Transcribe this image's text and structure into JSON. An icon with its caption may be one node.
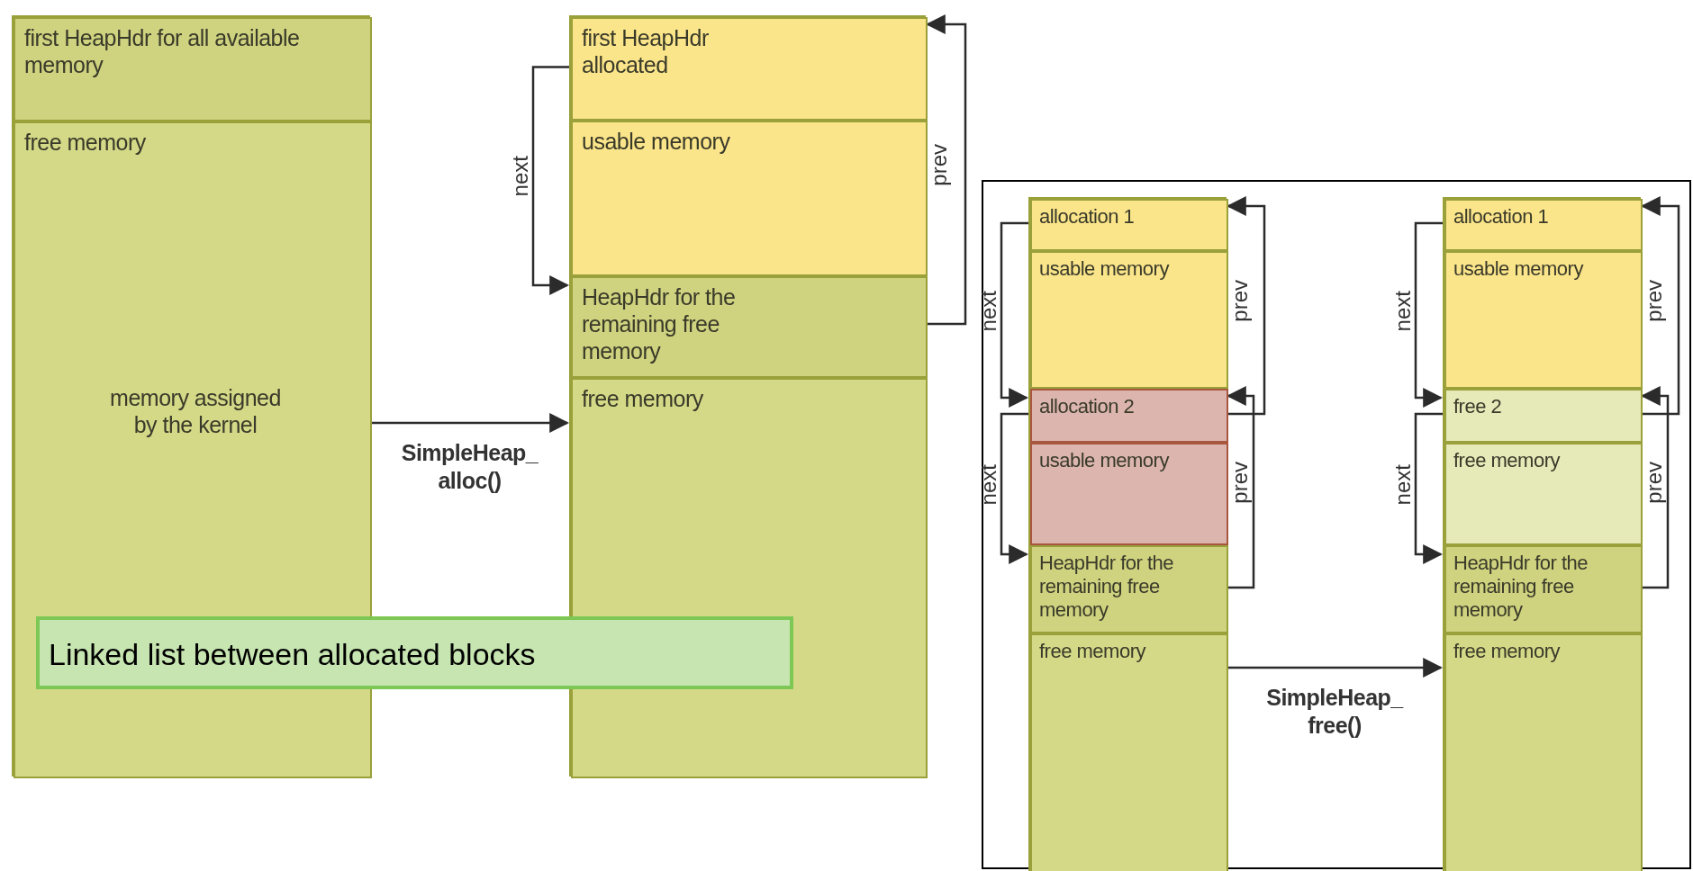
{
  "diagram": {
    "nodes": [
      {
        "text": [],
        "shape": "box"
      },
      {
        "text": [
          "first HeapHdr for all available memory"
        ],
        "in": 0
      },
      {
        "text": [
          "free memory",
          "memory assigned by the kernel"
        ],
        "in": 0
      },
      {
        "text": [],
        "shape": "box"
      },
      {
        "text": [
          "first HeapHdr allocated"
        ],
        "in": 3
      },
      {
        "text": [
          "usable memory"
        ],
        "in": 3
      },
      {
        "text": [
          "HeapHdr for the remaining free memory"
        ],
        "in": 3
      },
      {
        "text": [
          "free memory"
        ],
        "in": 3
      },
      {
        "text": [
          "Linked list between allocated blocks"
        ]
      },
      {
        "text": [],
        "shape": "box"
      },
      {
        "text": [],
        "shape": "box",
        "in": 9
      },
      {
        "text": [
          "allocation 1"
        ],
        "in": 10
      },
      {
        "text": [
          "usable memory"
        ],
        "in": 10
      },
      {
        "text": [
          "allocation 2"
        ],
        "in": 10
      },
      {
        "text": [
          "usable memory"
        ],
        "in": 10
      },
      {
        "text": [
          "HeapHdr for the remaining free memory"
        ],
        "in": 10
      },
      {
        "text": [
          "free memory"
        ],
        "in": 10
      },
      {
        "text": [],
        "shape": "box",
        "in": 9
      },
      {
        "text": [
          "allocation 1"
        ],
        "in": 17
      },
      {
        "text": [
          "usable memory"
        ],
        "in": 17
      },
      {
        "text": [
          "free 2"
        ],
        "in": 17
      },
      {
        "text": [
          "free memory"
        ],
        "in": 17
      },
      {
        "text": [
          "HeapHdr for the remaining free memory"
        ],
        "in": 17
      },
      {
        "text": [
          "free memory"
        ],
        "in": 17
      }
    ],
    "edges": [
      {
        "from": 0,
        "to": 3,
        "arrow": "to",
        "label": "SimpleHeap_ alloc()"
      },
      {
        "from": 4,
        "to": 6,
        "arrow": "to",
        "label": "next"
      },
      {
        "from": 6,
        "to": 4,
        "arrow": "to",
        "label": "prev"
      },
      {
        "from": 11,
        "to": 13,
        "arrow": "to",
        "label": "next"
      },
      {
        "from": 13,
        "to": 11,
        "arrow": "to",
        "label": "prev"
      },
      {
        "from": 13,
        "to": 15,
        "arrow": "to",
        "label": "next"
      },
      {
        "from": 15,
        "to": 13,
        "arrow": "to",
        "label": "prev"
      },
      {
        "from": 10,
        "to": 17,
        "arrow": "to",
        "label": "SimpleHeap_ free()"
      },
      {
        "from": 18,
        "to": 20,
        "arrow": "to",
        "label": "next"
      },
      {
        "from": 20,
        "to": 18,
        "arrow": "to",
        "label": "prev"
      },
      {
        "from": 20,
        "to": 22,
        "arrow": "to",
        "label": "next"
      },
      {
        "from": 22,
        "to": 20,
        "arrow": "to",
        "label": "prev"
      }
    ]
  }
}
